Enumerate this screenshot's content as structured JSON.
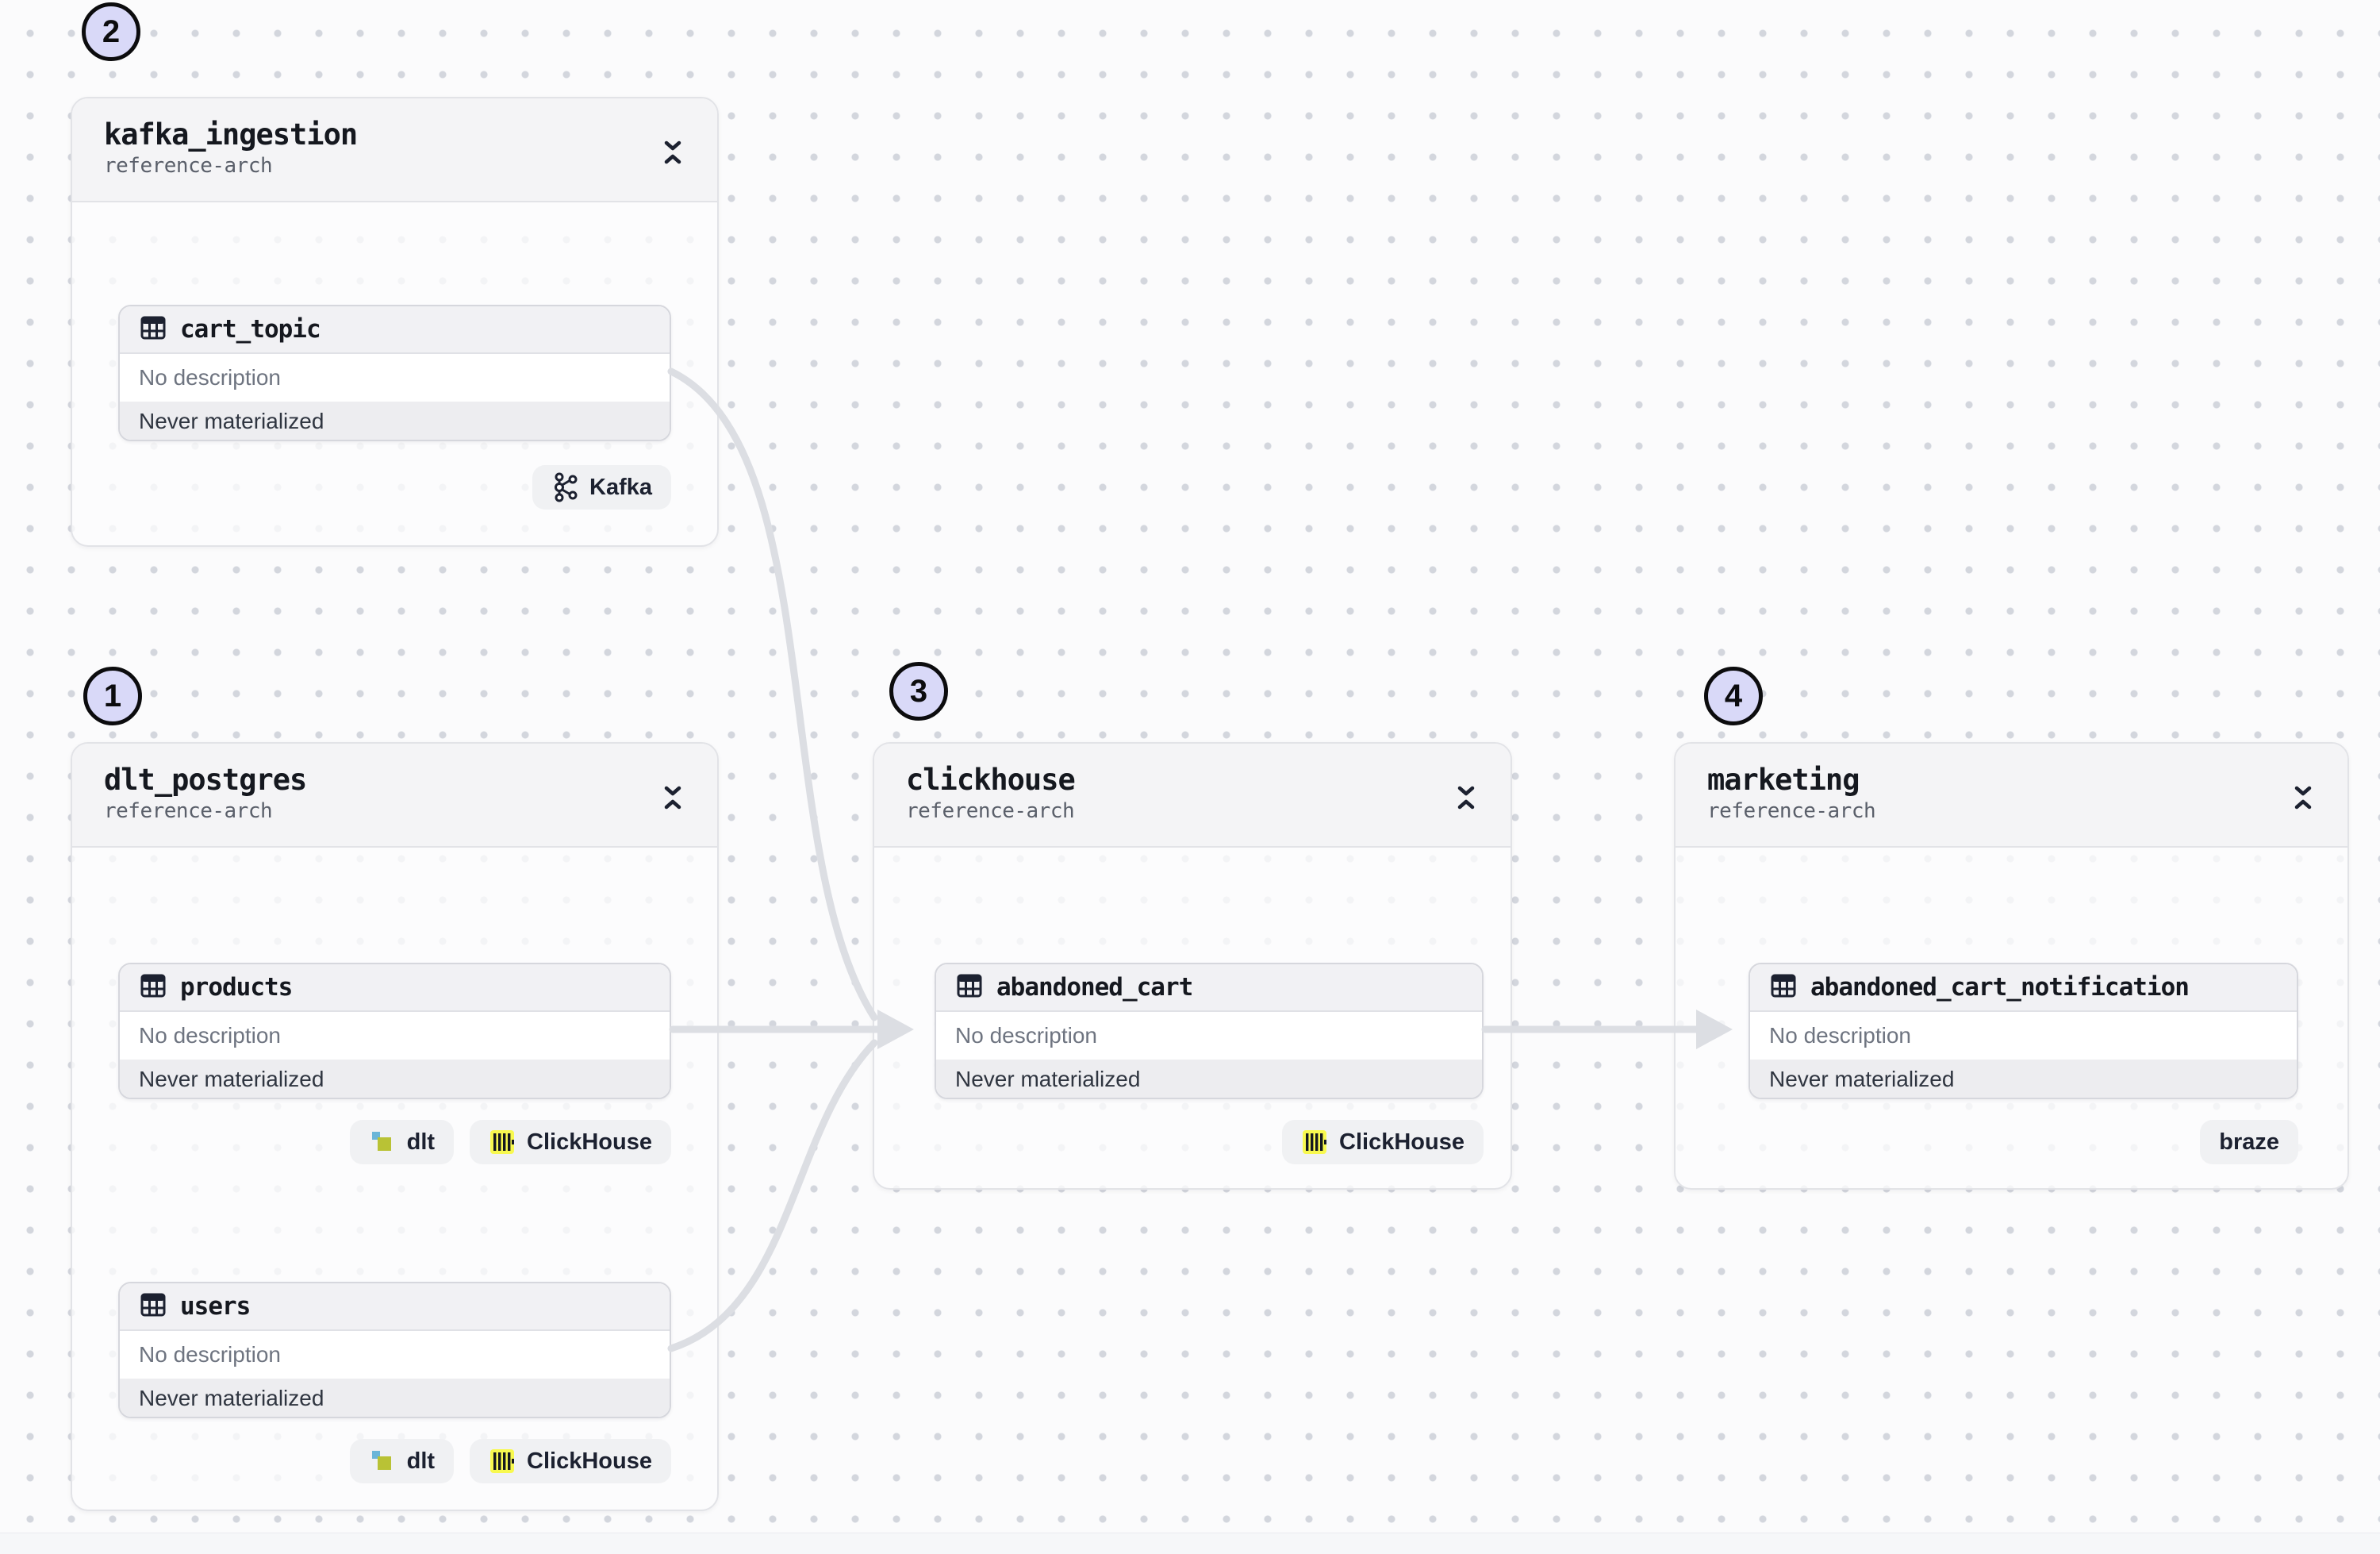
{
  "groups": [
    {
      "title": "kafka_ingestion",
      "subtitle": "reference-arch",
      "order_badge": "2",
      "assets": [
        {
          "name": "cart_topic",
          "description": "No description",
          "status": "Never materialized",
          "tags": [
            {
              "label": "Kafka",
              "icon": "kafka-icon"
            }
          ]
        }
      ]
    },
    {
      "title": "dlt_postgres",
      "subtitle": "reference-arch",
      "order_badge": "1",
      "assets": [
        {
          "name": "products",
          "description": "No description",
          "status": "Never materialized",
          "tags": [
            {
              "label": "dlt",
              "icon": "dlt-icon"
            },
            {
              "label": "ClickHouse",
              "icon": "clickhouse-icon"
            }
          ]
        },
        {
          "name": "users",
          "description": "No description",
          "status": "Never materialized",
          "tags": [
            {
              "label": "dlt",
              "icon": "dlt-icon"
            },
            {
              "label": "ClickHouse",
              "icon": "clickhouse-icon"
            }
          ]
        }
      ]
    },
    {
      "title": "clickhouse",
      "subtitle": "reference-arch",
      "order_badge": "3",
      "assets": [
        {
          "name": "abandoned_cart",
          "description": "No description",
          "status": "Never materialized",
          "tags": [
            {
              "label": "ClickHouse",
              "icon": "clickhouse-icon"
            }
          ]
        }
      ]
    },
    {
      "title": "marketing",
      "subtitle": "reference-arch",
      "order_badge": "4",
      "assets": [
        {
          "name": "abandoned_cart_notification",
          "description": "No description",
          "status": "Never materialized",
          "tags": [
            {
              "label": "braze",
              "icon": null
            }
          ]
        }
      ]
    }
  ],
  "edges": [
    {
      "from": "cart_topic",
      "to": "abandoned_cart"
    },
    {
      "from": "products",
      "to": "abandoned_cart"
    },
    {
      "from": "users",
      "to": "abandoned_cart"
    },
    {
      "from": "abandoned_cart",
      "to": "abandoned_cart_notification"
    }
  ],
  "colors": {
    "edge": "#dcdee3",
    "order_badge_bg": "#d9d9f8",
    "order_badge_border": "#0c0c0e",
    "card_border": "#e2e3e7",
    "card_header_bg": "#f4f4f6",
    "asset_header_bg": "#f1f1f4",
    "asset_status_bg": "#ededf0",
    "tag_bg": "#f0f1f3",
    "clickhouse_yellow": "#f8f94f",
    "dlt_teal": "#6ab5d8",
    "dlt_olive": "#b9c235",
    "icon_dark": "#1c2130"
  }
}
